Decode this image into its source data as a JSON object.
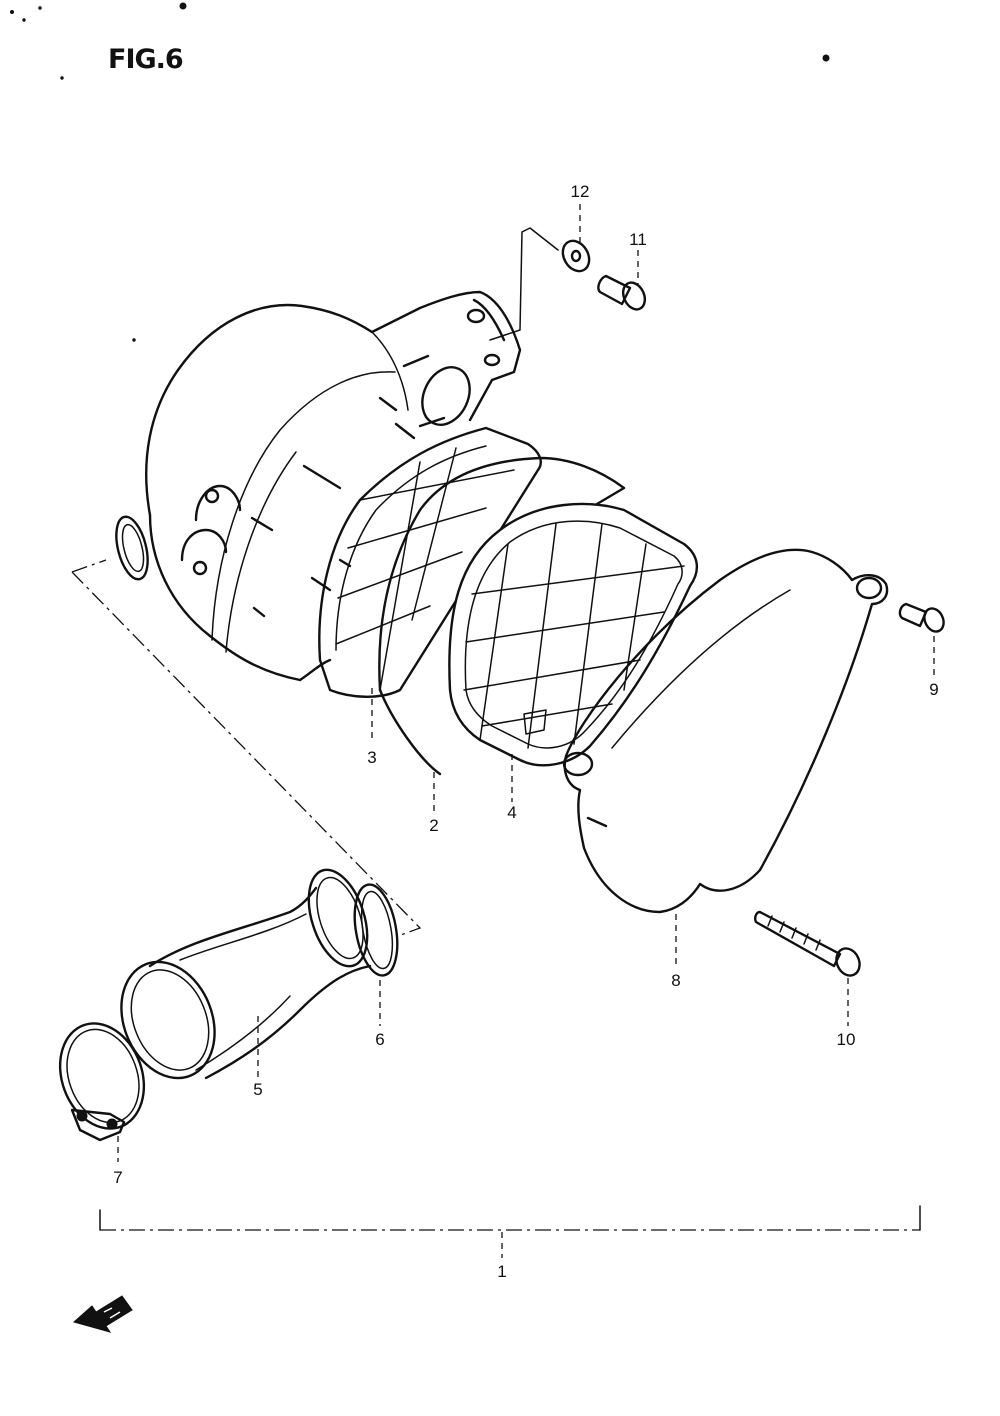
{
  "figure": {
    "title": "FIG.6"
  },
  "parts": [
    {
      "number": "1"
    },
    {
      "number": "2"
    },
    {
      "number": "3"
    },
    {
      "number": "4"
    },
    {
      "number": "5"
    },
    {
      "number": "6"
    },
    {
      "number": "7"
    },
    {
      "number": "8"
    },
    {
      "number": "9"
    },
    {
      "number": "10"
    },
    {
      "number": "11"
    },
    {
      "number": "12"
    }
  ],
  "icons": {
    "direction_marker": "forward-arrow-icon"
  },
  "colors": {
    "ink": "#111111",
    "paper": "#ffffff"
  }
}
